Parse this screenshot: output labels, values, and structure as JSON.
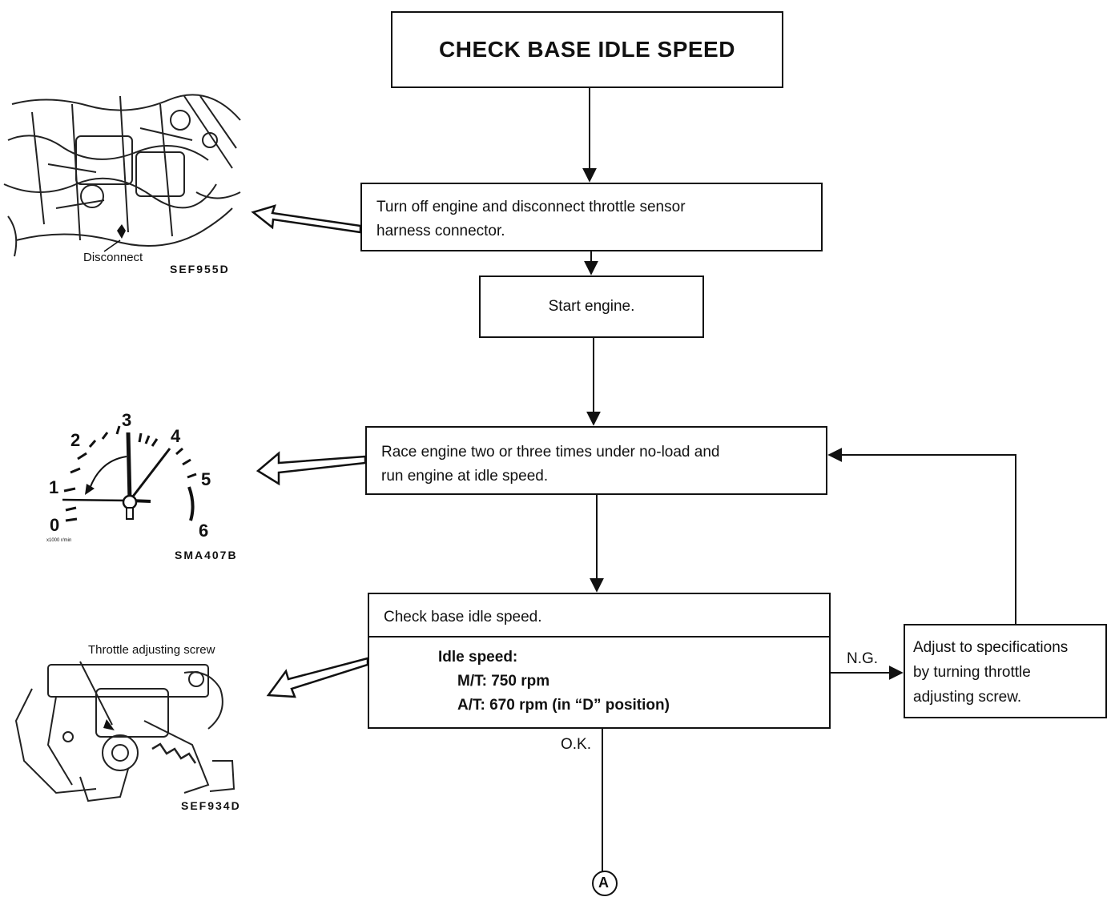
{
  "title": "CHECK BASE IDLE SPEED",
  "steps": {
    "step1": [
      "Turn off engine and disconnect throttle sensor",
      "harness connector."
    ],
    "step2": "Start engine.",
    "step3": [
      "Race engine two or three times under no-load and",
      "run engine at idle speed."
    ],
    "step4": {
      "heading": "Check base idle speed.",
      "spec_title": "Idle speed:",
      "mt": "M/T:  750 rpm",
      "at": "A/T:  670 rpm (in “D” position)"
    },
    "adjust": [
      "Adjust to specifications",
      "by turning throttle",
      "adjusting screw."
    ]
  },
  "labels": {
    "ng": "N.G.",
    "ok": "O.K.",
    "connector": "A"
  },
  "figures": {
    "engine": {
      "caption": "Disconnect",
      "code": "SEF955D"
    },
    "tachometer": {
      "ticks": [
        "0",
        "1",
        "2",
        "3",
        "4",
        "5",
        "6"
      ],
      "scale_note": "x1000 r/min",
      "code": "SMA407B"
    },
    "throttle": {
      "caption": "Throttle adjusting screw",
      "code": "SEF934D"
    }
  }
}
